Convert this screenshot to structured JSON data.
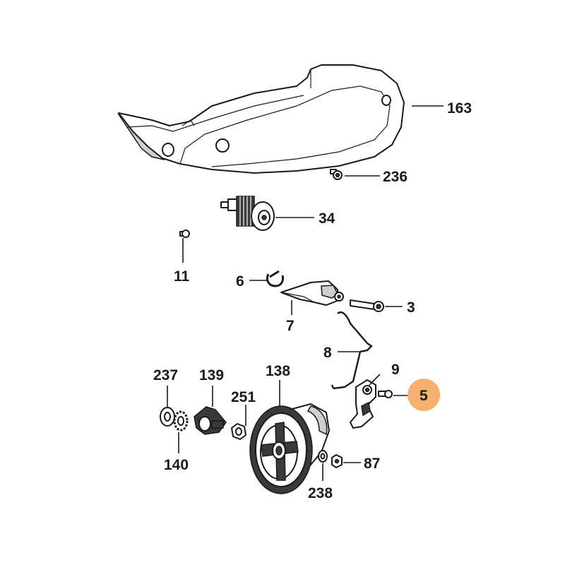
{
  "callouts": [
    {
      "id": "163",
      "text": "163"
    },
    {
      "id": "236",
      "text": "236"
    },
    {
      "id": "34",
      "text": "34"
    },
    {
      "id": "11",
      "text": "11"
    },
    {
      "id": "6",
      "text": "6"
    },
    {
      "id": "3",
      "text": "3"
    },
    {
      "id": "7",
      "text": "7"
    },
    {
      "id": "8",
      "text": "8"
    },
    {
      "id": "9",
      "text": "9"
    },
    {
      "id": "5",
      "text": "5"
    },
    {
      "id": "237",
      "text": "237"
    },
    {
      "id": "139",
      "text": "139"
    },
    {
      "id": "138",
      "text": "138"
    },
    {
      "id": "251",
      "text": "251"
    },
    {
      "id": "140",
      "text": "140"
    },
    {
      "id": "87",
      "text": "87"
    },
    {
      "id": "238",
      "text": "238"
    }
  ],
  "colors": {
    "highlight": "#f5b070",
    "line": "#1a1a1a",
    "shade": "#cfcfcf",
    "background": "#ffffff"
  }
}
